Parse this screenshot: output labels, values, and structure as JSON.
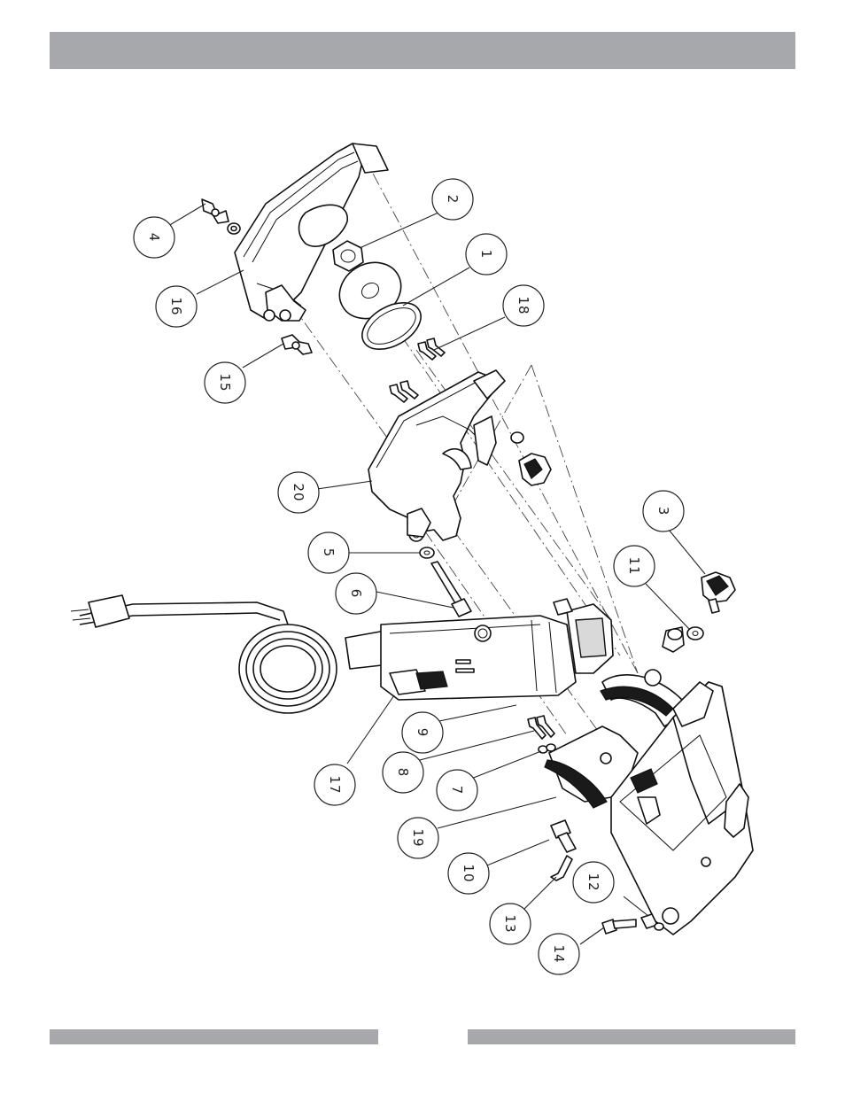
{
  "header": {
    "title": ""
  },
  "callouts": [
    {
      "id": "c1",
      "label": "1"
    },
    {
      "id": "c2",
      "label": "2"
    },
    {
      "id": "c3",
      "label": "3"
    },
    {
      "id": "c4",
      "label": "4"
    },
    {
      "id": "c5",
      "label": "5"
    },
    {
      "id": "c6",
      "label": "6"
    },
    {
      "id": "c7",
      "label": "7"
    },
    {
      "id": "c8",
      "label": "8"
    },
    {
      "id": "c9",
      "label": "9"
    },
    {
      "id": "c10",
      "label": "10"
    },
    {
      "id": "c11",
      "label": "11"
    },
    {
      "id": "c12",
      "label": "12"
    },
    {
      "id": "c13",
      "label": "13"
    },
    {
      "id": "c14",
      "label": "14"
    },
    {
      "id": "c15",
      "label": "15"
    },
    {
      "id": "c16",
      "label": "16"
    },
    {
      "id": "c17",
      "label": "17"
    },
    {
      "id": "c18",
      "label": "18"
    },
    {
      "id": "c19",
      "label": "19"
    },
    {
      "id": "c20",
      "label": "20"
    }
  ],
  "colors": {
    "bar": "#a7a8ab",
    "line": "#111111"
  }
}
